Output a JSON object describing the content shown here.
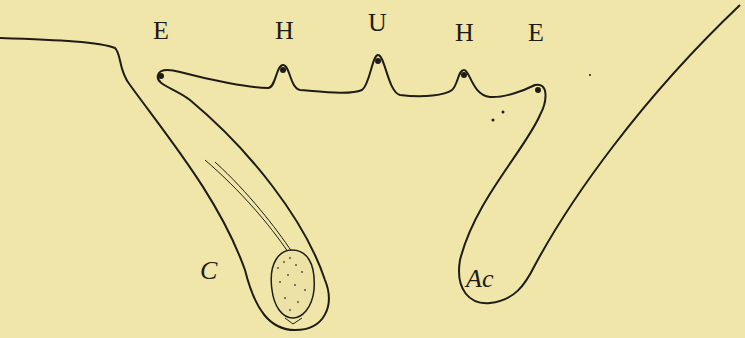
{
  "diagram": {
    "labels": [
      "E",
      "H",
      "U",
      "H",
      "E",
      "C",
      "Ac"
    ]
  }
}
